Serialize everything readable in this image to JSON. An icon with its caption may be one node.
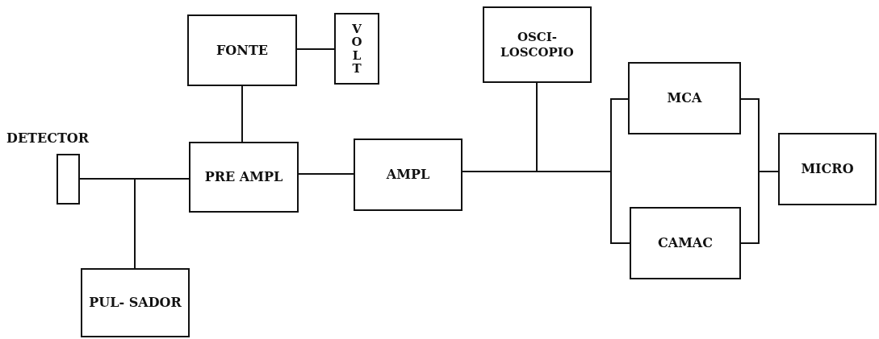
{
  "diagram": {
    "nodes": [
      {
        "text": [
          "FONTE"
        ]
      },
      {
        "text": [
          "VOLT"
        ]
      },
      {
        "text": [
          "OSCI- LOSCOPIO"
        ]
      },
      {
        "text": [
          "DETECTOR"
        ]
      },
      {
        "text": [
          "PRE AMPL"
        ]
      },
      {
        "text": [
          "AMPL"
        ]
      },
      {
        "text": [
          "MCA"
        ]
      },
      {
        "text": [
          "MICRO"
        ]
      },
      {
        "text": [
          "CAMAC"
        ]
      },
      {
        "text": [
          "PUL- SADOR"
        ]
      }
    ],
    "edges": [
      {
        "from": 0,
        "to": 1,
        "arrow": "none"
      },
      {
        "from": 0,
        "to": 4,
        "arrow": "none"
      },
      {
        "from": 3,
        "to": 4,
        "arrow": "none"
      },
      {
        "from": 9,
        "to": 4,
        "arrow": "none"
      },
      {
        "from": 4,
        "to": 5,
        "arrow": "none"
      },
      {
        "from": 5,
        "to": 2,
        "arrow": "none"
      },
      {
        "from": 5,
        "to": 6,
        "arrow": "none"
      },
      {
        "from": 5,
        "to": 8,
        "arrow": "none"
      },
      {
        "from": 6,
        "to": 7,
        "arrow": "none"
      },
      {
        "from": 8,
        "to": 7,
        "arrow": "none"
      }
    ]
  }
}
